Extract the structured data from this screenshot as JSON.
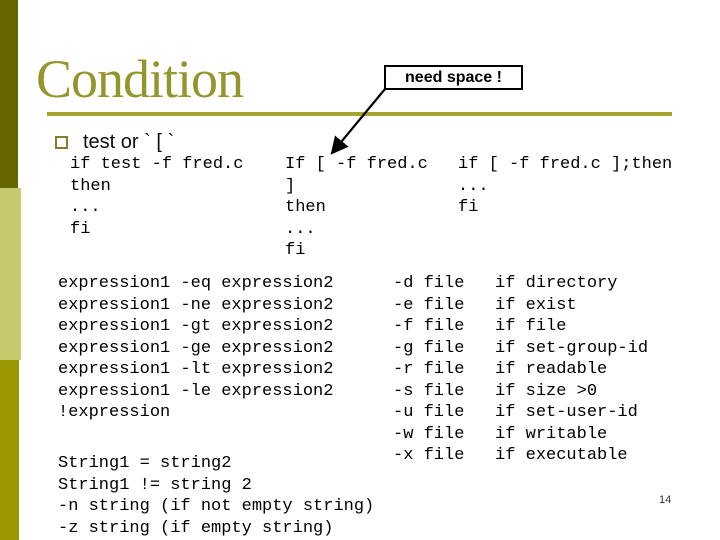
{
  "slide": {
    "title": "Condition",
    "page_number": "14"
  },
  "bullet": {
    "label": "test or ` [ `"
  },
  "callout": {
    "label": "need space !"
  },
  "code": {
    "test_form": {
      "lines": [
        "if test -f fred.c",
        "then",
        "...",
        "fi"
      ]
    },
    "bracket_form": {
      "lines": [
        "If [ -f fred.c",
        "]",
        "then",
        "...",
        "fi"
      ]
    },
    "inline_form": {
      "lines": [
        "if [ -f fred.c ];then",
        "...",
        "fi"
      ]
    },
    "comparisons": {
      "lines": [
        "expression1 -eq expression2",
        "expression1 -ne expression2",
        "expression1 -gt expression2",
        "expression1 -ge expression2",
        "expression1 -lt expression2",
        "expression1 -le expression2",
        "!expression"
      ]
    },
    "file_tests": {
      "lines": [
        "-d file   if directory",
        "-e file   if exist",
        "-f file   if file",
        "-g file   if set-group-id",
        "-r file   if readable",
        "-s file   if size >0",
        "-u file   if set-user-id",
        "-w file   if writable",
        "-x file   if executable"
      ]
    },
    "string_tests": {
      "lines": [
        "String1 = string2",
        "String1 != string 2",
        "-n string (if not empty string)",
        "-z string (if empty string)"
      ]
    }
  },
  "colors": {
    "sidebar_dark": "#666600",
    "sidebar_light": "#C6C96E",
    "sidebar_olive": "#9A9A00",
    "title_text": "#95952D",
    "divider_rule": "#A5A52B",
    "callout_border": "#000000",
    "code_text": "#000000"
  }
}
